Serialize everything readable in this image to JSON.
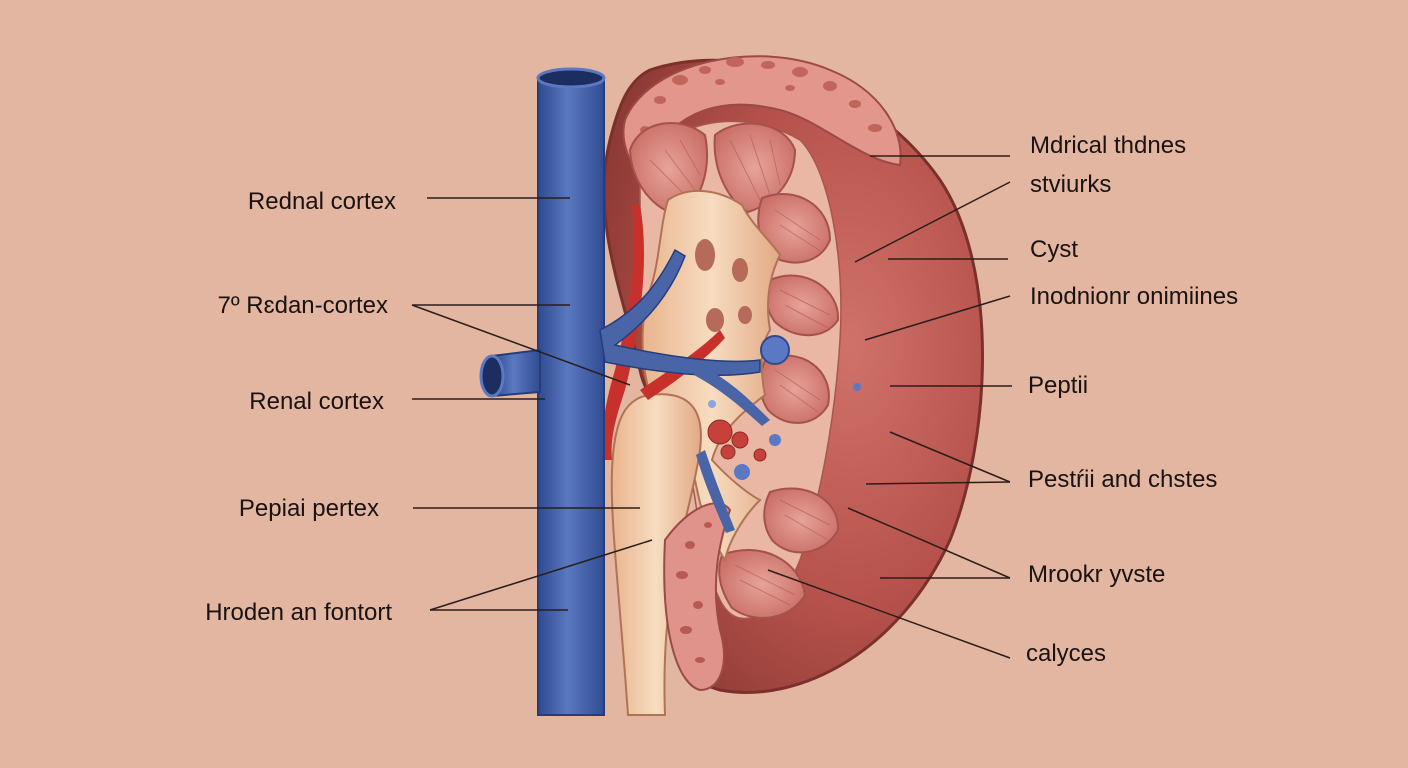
{
  "left_labels": [
    "Rednal cortex",
    "7º  Rɛdan-cortex",
    "Renal cortex",
    "Pepiai pertex",
    "Hroden an fontort"
  ],
  "right_labels": [
    "Mdrical thdnes",
    "stviurks",
    "Cyst",
    "Inodnionr onimiines",
    "Peptii",
    "Pestŕii and chstes",
    "Mrookr yvste",
    "calyces"
  ],
  "colors": {
    "background": "#e3b6a2",
    "vein": "#4a64a8",
    "kidney": "#b5514a",
    "pyramid": "#d98a80",
    "pelvis": "#f0c9a6",
    "artery": "#c8302c",
    "leader_line": "#2a1e1a"
  }
}
